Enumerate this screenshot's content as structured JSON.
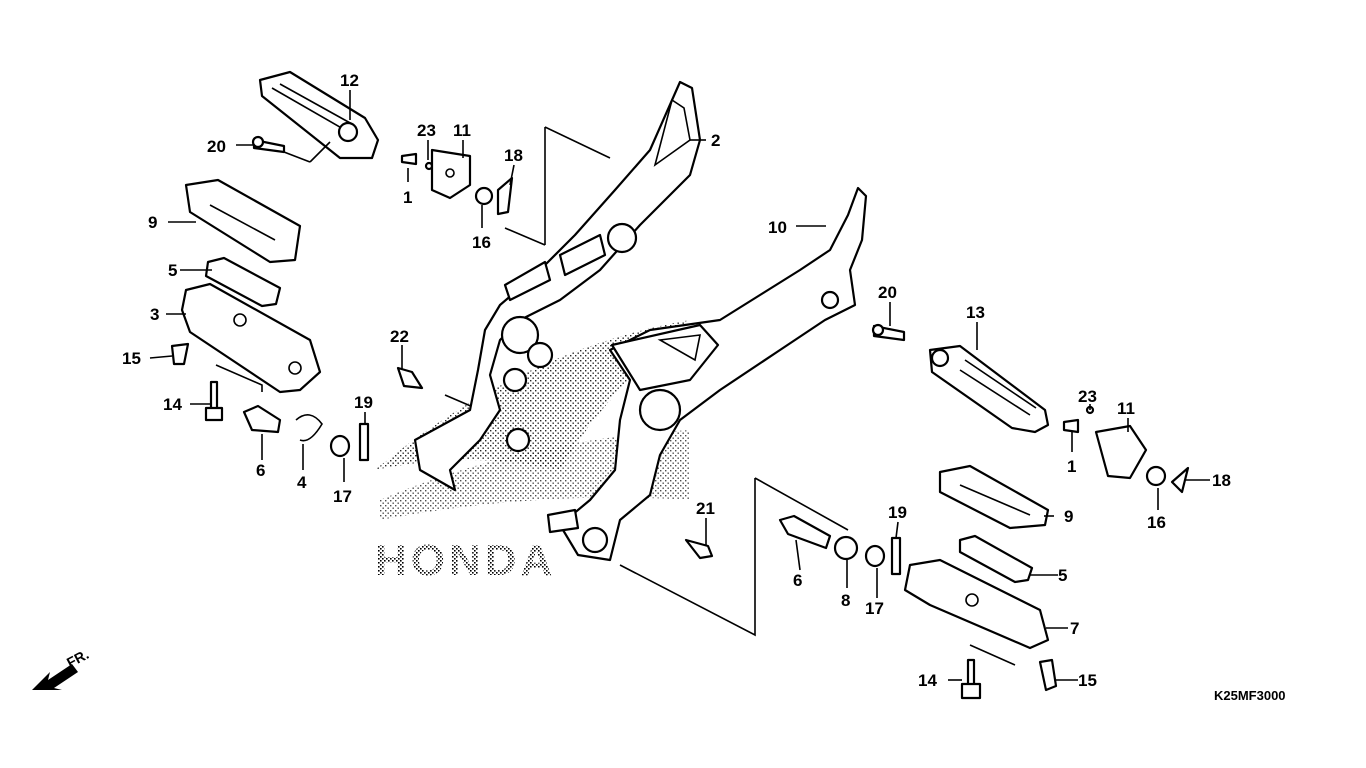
{
  "diagram": {
    "code": "K25MF3000",
    "direction": "FR.",
    "watermark": "HONDA",
    "callouts": [
      {
        "id": "c12a",
        "text": "12"
      },
      {
        "id": "c20a",
        "text": "20"
      },
      {
        "id": "c23a",
        "text": "23"
      },
      {
        "id": "c11a",
        "text": "11"
      },
      {
        "id": "c1a",
        "text": "1"
      },
      {
        "id": "c18a",
        "text": "18"
      },
      {
        "id": "c16a",
        "text": "16"
      },
      {
        "id": "c2",
        "text": "2"
      },
      {
        "id": "c9a",
        "text": "9"
      },
      {
        "id": "c5a",
        "text": "5"
      },
      {
        "id": "c3",
        "text": "3"
      },
      {
        "id": "c15a",
        "text": "15"
      },
      {
        "id": "c14a",
        "text": "14"
      },
      {
        "id": "c6a",
        "text": "6"
      },
      {
        "id": "c4",
        "text": "4"
      },
      {
        "id": "c17a",
        "text": "17"
      },
      {
        "id": "c19a",
        "text": "19"
      },
      {
        "id": "c22",
        "text": "22"
      },
      {
        "id": "c10",
        "text": "10"
      },
      {
        "id": "c20b",
        "text": "20"
      },
      {
        "id": "c13",
        "text": "13"
      },
      {
        "id": "c23b",
        "text": "23"
      },
      {
        "id": "c11b",
        "text": "11"
      },
      {
        "id": "c1b",
        "text": "1"
      },
      {
        "id": "c18b",
        "text": "18"
      },
      {
        "id": "c16b",
        "text": "16"
      },
      {
        "id": "c9b",
        "text": "9"
      },
      {
        "id": "c19b",
        "text": "19"
      },
      {
        "id": "c21",
        "text": "21"
      },
      {
        "id": "c6b",
        "text": "6"
      },
      {
        "id": "c8",
        "text": "8"
      },
      {
        "id": "c17b",
        "text": "17"
      },
      {
        "id": "c5b",
        "text": "5"
      },
      {
        "id": "c7",
        "text": "7"
      },
      {
        "id": "c14b",
        "text": "14"
      },
      {
        "id": "c15b",
        "text": "15"
      }
    ]
  }
}
